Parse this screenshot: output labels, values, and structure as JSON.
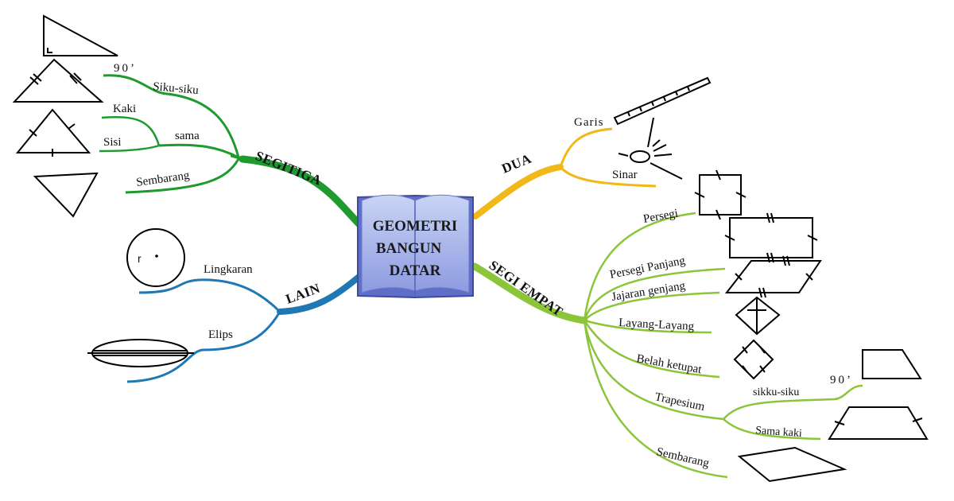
{
  "center": {
    "lines": [
      "GEOMETRI",
      "BANGUN",
      "DATAR"
    ]
  },
  "colors": {
    "segitiga": "#1e9a2e",
    "lain": "#1f78b4",
    "dua": "#f0b818",
    "segiempat": "#8cc43a"
  },
  "segitiga": {
    "label": "SEGITIGA",
    "siku": "Siku-siku",
    "siku_angle": "90’",
    "sama": "sama",
    "kaki": "Kaki",
    "sisi": "Sisi",
    "sembarang": "Sembarang"
  },
  "lain": {
    "label": "LAIN",
    "lingkaran": "Lingkaran",
    "radius": "r",
    "elips": "Elips"
  },
  "dua": {
    "label": "DUA",
    "garis": "Garis",
    "sinar": "Sinar"
  },
  "segiempat": {
    "label": "SEGI EMPAT",
    "persegi": "Persegi",
    "persegi_panjang": "Persegi Panjang",
    "jajaran_genjang": "Jajaran genjang",
    "layang": "Layang-Layang",
    "belah_ketupat": "Belah ketupat",
    "trapesium": "Trapesium",
    "sikku_siku": "sikku-siku",
    "trap_angle": "90’",
    "sama_kaki": "Sama kaki",
    "sembarang": "Sembarang"
  }
}
